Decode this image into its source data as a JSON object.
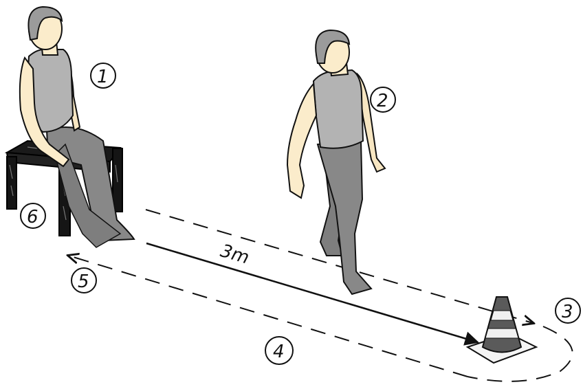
{
  "distance_label": "3m",
  "steps": [
    {
      "id": "sit",
      "label": "1"
    },
    {
      "id": "walk",
      "label": "2"
    },
    {
      "id": "turn",
      "label": "3"
    },
    {
      "id": "walk-back",
      "label": "4"
    },
    {
      "id": "return",
      "label": "5"
    },
    {
      "id": "chair",
      "label": "6"
    }
  ],
  "colors": {
    "skin": "#fbeccb",
    "shirt": "#b3b3b3",
    "pants": "#888888",
    "hair": "#9b9b9b",
    "chair": "#151515",
    "cone_orange": "#5a5a5a",
    "outline": "#111111"
  }
}
